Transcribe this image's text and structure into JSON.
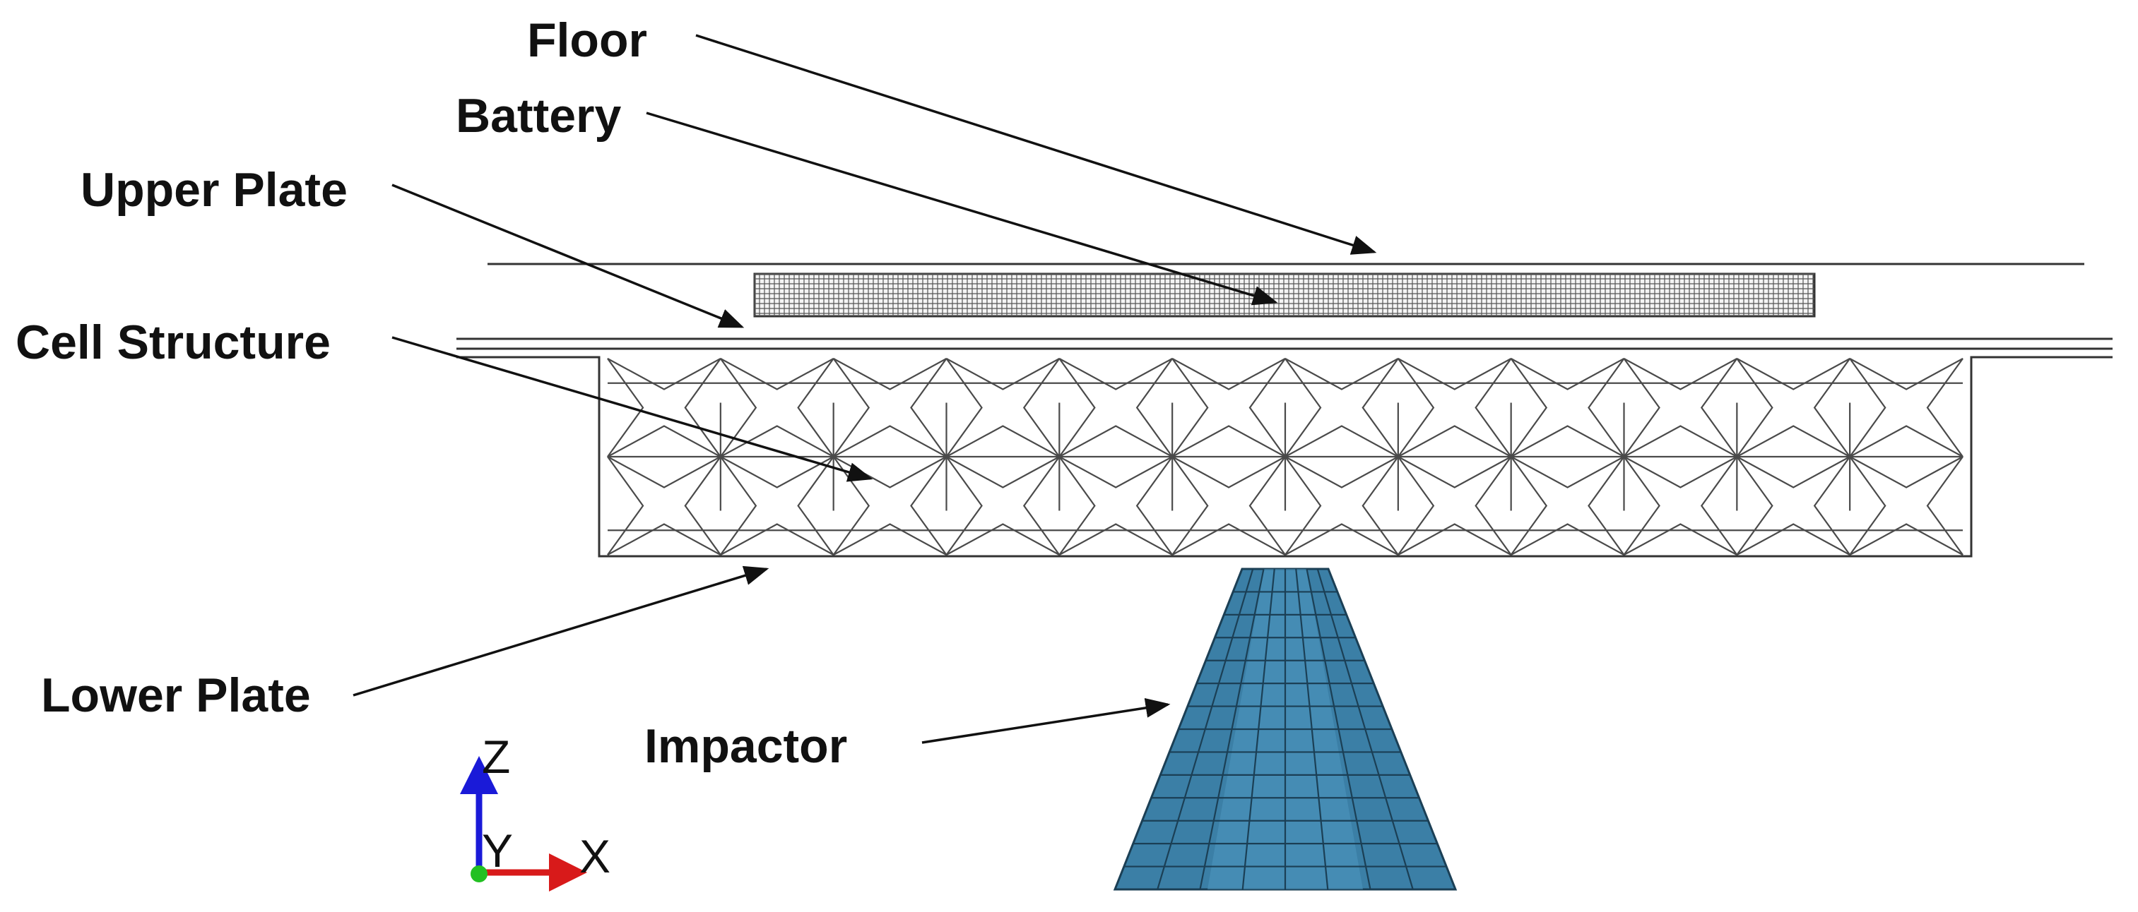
{
  "labels": {
    "floor": "Floor",
    "battery": "Battery",
    "upper_plate": "Upper Plate",
    "cell_structure": "Cell Structure",
    "lower_plate": "Lower Plate",
    "impactor": "Impactor"
  },
  "axes": {
    "z": "Z",
    "y": "Y",
    "x": "X"
  },
  "colors": {
    "impactor_fill": "#3b7fa6",
    "impactor_mesh": "#1b3f55",
    "axis_z": "#1a1ad8",
    "axis_x": "#d81a1a",
    "axis_origin": "#22c022",
    "battery_mesh": "#555555"
  }
}
